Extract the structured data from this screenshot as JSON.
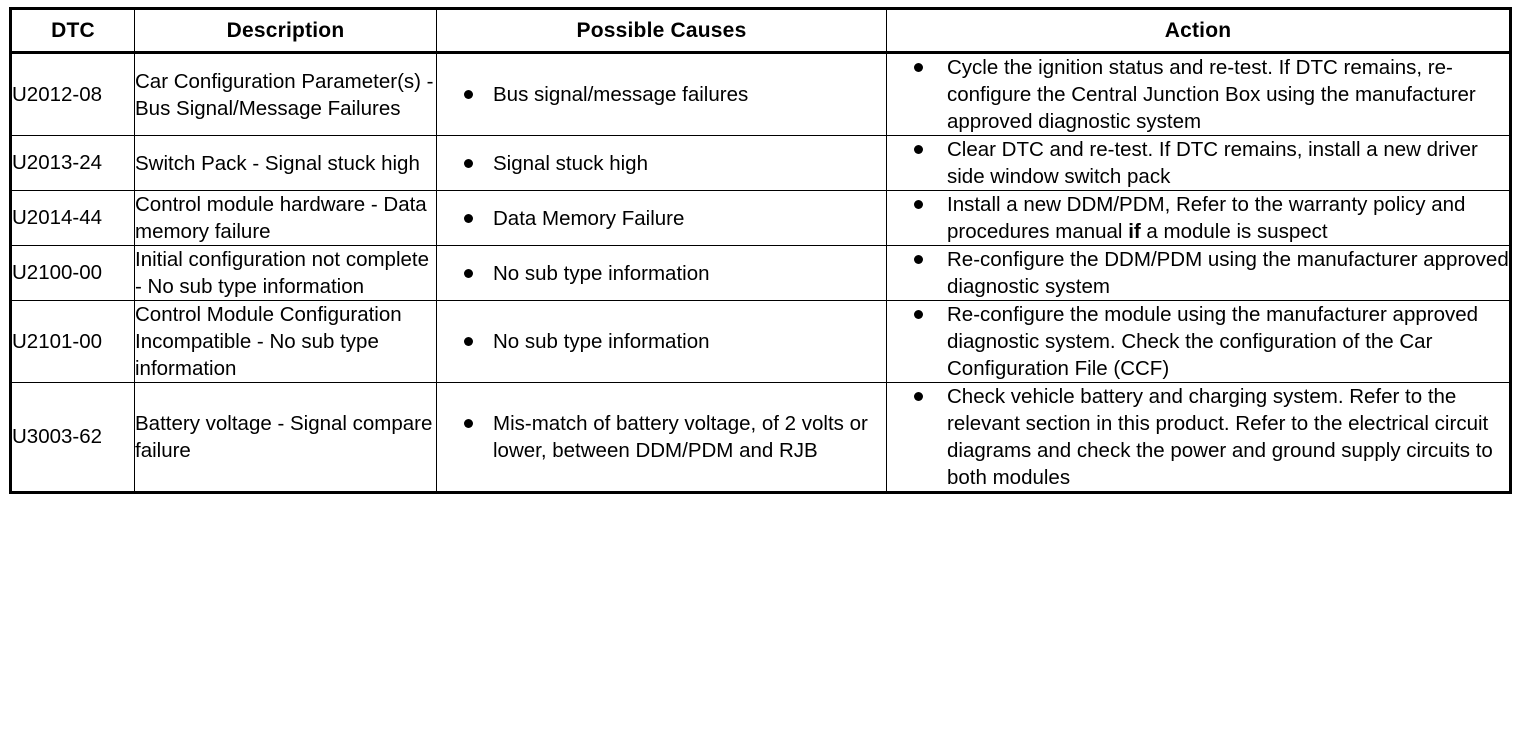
{
  "table": {
    "columns": [
      {
        "key": "dtc",
        "label": "DTC"
      },
      {
        "key": "description",
        "label": "Description"
      },
      {
        "key": "causes",
        "label": "Possible Causes"
      },
      {
        "key": "action",
        "label": "Action"
      }
    ],
    "rows": [
      {
        "dtc": "U2012-08",
        "description": "Car Configuration Parameter(s) - Bus Signal/Message Failures",
        "causes": [
          "Bus signal/message failures"
        ],
        "action": [
          "Cycle the ignition status and re-test. If DTC remains, re-configure the Central Junction Box using the manufacturer approved diagnostic system"
        ]
      },
      {
        "dtc": "U2013-24",
        "description": "Switch Pack - Signal stuck high",
        "causes": [
          "Signal stuck high"
        ],
        "action": [
          "Clear DTC and re-test. If DTC remains, install a new driver side window switch pack"
        ]
      },
      {
        "dtc": "U2014-44",
        "description": "Control module hardware - Data memory failure",
        "causes": [
          "Data Memory Failure"
        ],
        "action_html": [
          "Install a new DDM/PDM, Refer to the warranty policy and procedures manual <b>if</b> a module is suspect"
        ],
        "action": [
          "Install a new DDM/PDM, Refer to the warranty policy and procedures manual if a module is suspect"
        ]
      },
      {
        "dtc": "U2100-00",
        "description": "Initial configuration not complete - No sub type information",
        "causes": [
          "No sub type information"
        ],
        "action": [
          "Re-configure the DDM/PDM using the manufacturer approved diagnostic system"
        ]
      },
      {
        "dtc": "U2101-00",
        "description": "Control Module Configuration Incompatible - No sub type information",
        "causes": [
          "No sub type information"
        ],
        "action": [
          "Re-configure the module using the manufacturer approved diagnostic system. Check the configuration of the Car Configuration File (CCF)"
        ]
      },
      {
        "dtc": "U3003-62",
        "description": "Battery voltage - Signal compare failure",
        "causes": [
          "Mis-match of battery voltage, of 2 volts or lower, between DDM/PDM and RJB"
        ],
        "action": [
          "Check vehicle battery and charging system. Refer to the relevant section in this product. Refer to the electrical circuit diagrams and check the power and ground supply circuits to both modules"
        ]
      }
    ]
  },
  "colors": {
    "border": "#000000",
    "text": "#000000",
    "background": "#ffffff"
  }
}
